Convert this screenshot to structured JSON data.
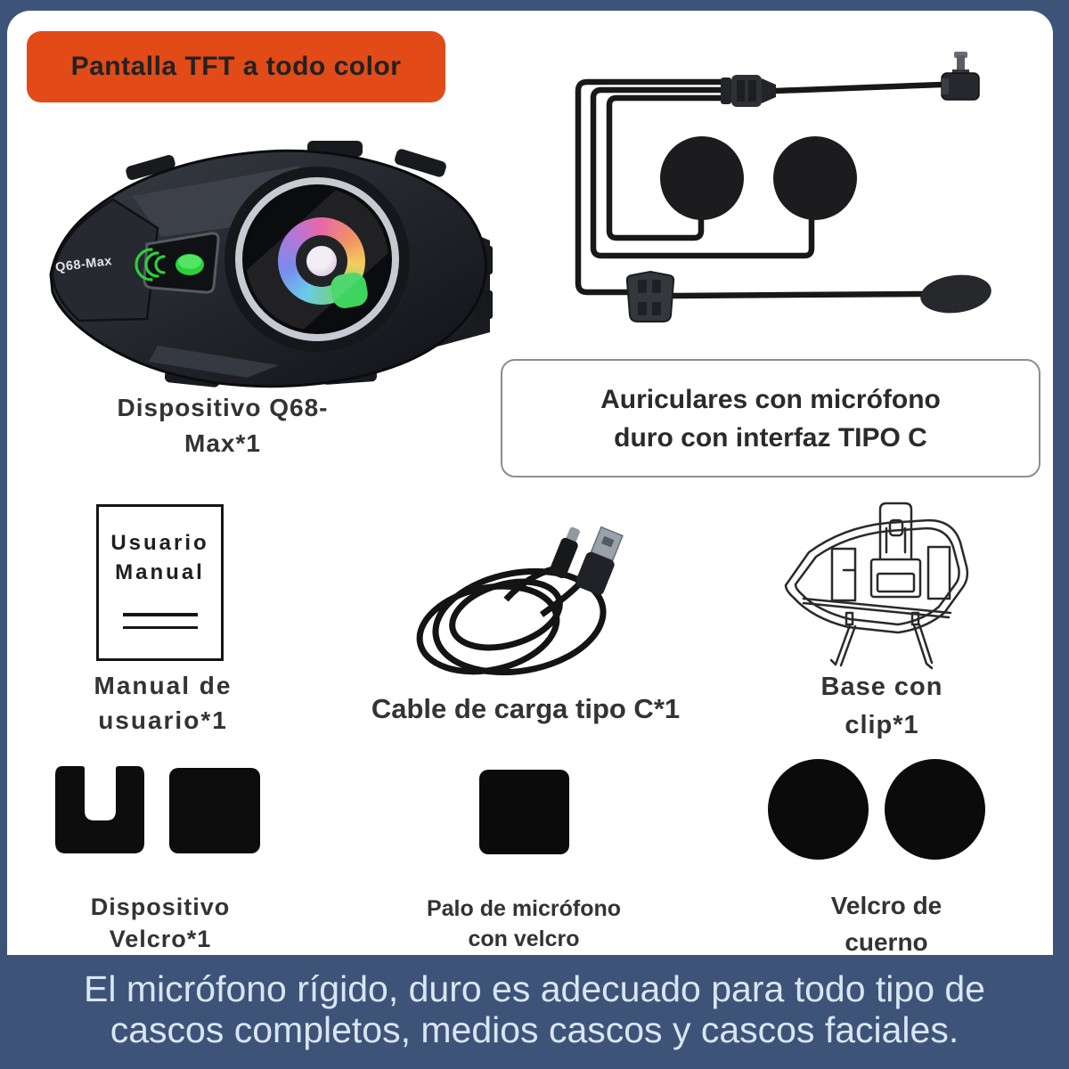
{
  "colors": {
    "frame_blue": "#3D5478",
    "badge_orange": "#E24A18",
    "label_text": "#333333",
    "footer_text": "#D9E5F3",
    "velcro_black": "#0C0C0C",
    "indicator_green": "#2AD13C"
  },
  "badge": {
    "label": "Pantalla TFT a todo color"
  },
  "device": {
    "model_label": "Q68-Max",
    "caption_line1": "Dispositivo Q68-",
    "caption_line2": "Max*1"
  },
  "headset": {
    "box_line1": "Auriculares con micrófono",
    "box_line2": "duro con interfaz TIPO C"
  },
  "manual": {
    "cover_line1": "Usuario",
    "cover_line2": "Manual",
    "caption_line1": "Manual de",
    "caption_line2": "usuario*1"
  },
  "cable": {
    "caption": "Cable de carga tipo C*1"
  },
  "base": {
    "caption_line1": "Base con",
    "caption_line2": "clip*1"
  },
  "velcro_device": {
    "caption_line1": "Dispositivo",
    "caption_line2": "Velcro*1"
  },
  "mic_velcro": {
    "caption_line1": "Palo de micrófono",
    "caption_line2": "con velcro"
  },
  "horn_velcro": {
    "caption_line1": "Velcro de",
    "caption_line2": "cuerno"
  },
  "footer": {
    "line1": "El micrófono rígido, duro es adecuado para todo tipo de",
    "line2": "cascos completos, medios cascos y cascos faciales."
  }
}
